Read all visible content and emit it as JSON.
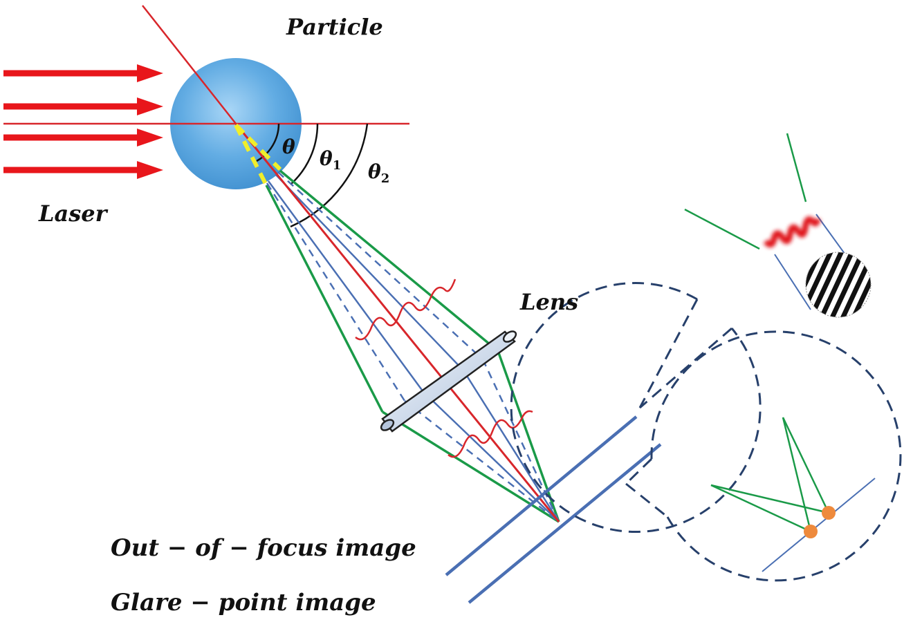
{
  "labels": {
    "particle": "Particle",
    "laser": "Laser",
    "lens": "Lens",
    "out_of_focus": "Out − of − focus image",
    "glare_point": "Glare − point image"
  },
  "angles": {
    "theta": "θ",
    "theta1_symbol": "θ",
    "theta1_sub": "1",
    "theta2_symbol": "θ",
    "theta2_sub": "2"
  },
  "colors": {
    "laser_red": "#e8161b",
    "ray_red": "#d8262b",
    "green": "#1a9a48",
    "blue": "#4a6fb3",
    "dark_blue": "#27406b",
    "yellow": "#f1ee2a",
    "orange": "#ee8a3c",
    "particle": "#5aa7e0"
  }
}
